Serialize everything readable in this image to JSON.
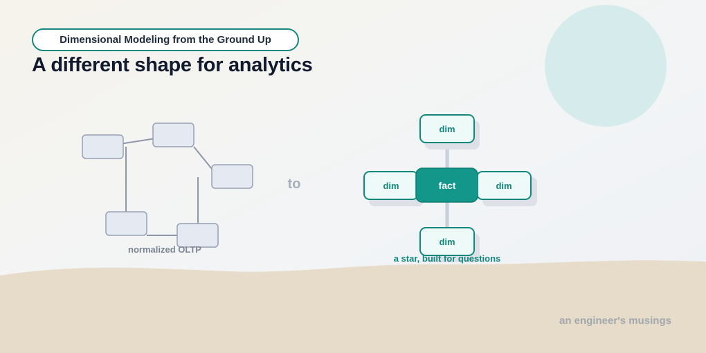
{
  "header": {
    "series_label": "Dimensional Modeling from the Ground Up",
    "title": "A different shape for analytics"
  },
  "left_diagram": {
    "caption": "normalized OLTP"
  },
  "transition_word": "to",
  "star_schema": {
    "center_label": "fact",
    "dimension_label": "dim",
    "caption": "a star, built for questions"
  },
  "colors": {
    "accent": "#13877c",
    "fact_fill": "#13978a",
    "dim_fill": "#eefaf7",
    "sand": "#e7dcc9",
    "circle": "#d6ebeb"
  },
  "footer": {
    "signature": "an engineer's musings"
  }
}
